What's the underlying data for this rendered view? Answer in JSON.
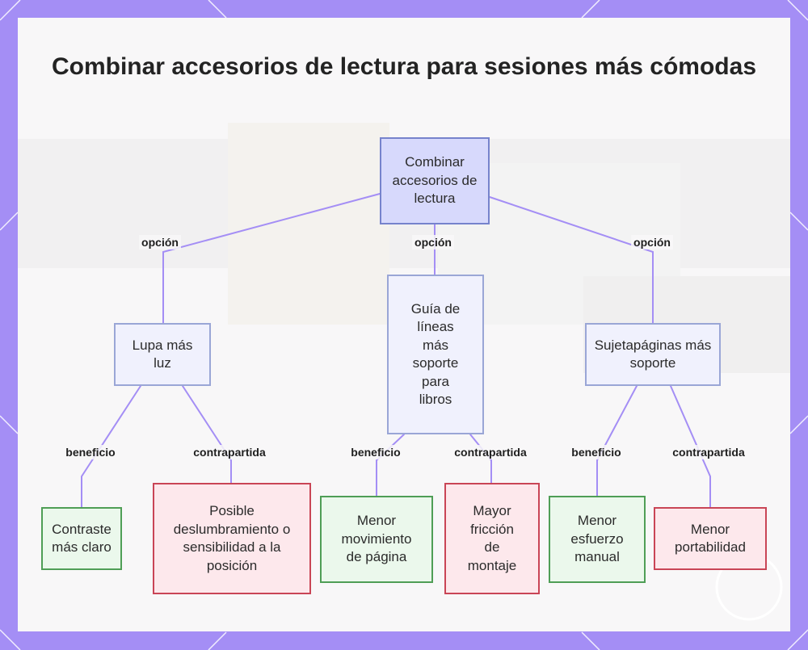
{
  "title": "Combinar accesorios de lectura para sesiones más cómodas",
  "colors": {
    "frame": "#a48ef5",
    "panel": "#f8f7f8",
    "edge": "#a48ef5",
    "root_fill": "#d7d9fc",
    "root_border": "#7683cc",
    "option_fill": "#f0f1fd",
    "option_border": "#9aa6d6",
    "benefit_fill": "#ebf8ec",
    "benefit_border": "#4f9e56",
    "tradeoff_fill": "#fde8ec",
    "tradeoff_border": "#c94556"
  },
  "nodes": {
    "root": "Combinar accesorios de lectura",
    "lupa": "Lupa más luz",
    "guia": "Guía de líneas más soporte para libros",
    "sujeta": "Sujetapáginas más soporte",
    "lupa_beneficio": "Contraste más claro",
    "lupa_contrapartida": "Posible deslumbramiento o sensibilidad a la posición",
    "guia_beneficio": "Menor movimiento de página",
    "guia_contrapartida": "Mayor fricción de montaje",
    "sujeta_beneficio": "Menor esfuerzo manual",
    "sujeta_contrapartida": "Menor portabilidad"
  },
  "edge_labels": {
    "opcion_lupa": "opción",
    "opcion_guia": "opción",
    "opcion_sujeta": "opción",
    "beneficio_lupa": "beneficio",
    "contrapartida_lupa": "contrapartida",
    "beneficio_guia": "beneficio",
    "contrapartida_guia": "contrapartida",
    "beneficio_sujeta": "beneficio",
    "contrapartida_sujeta": "contrapartida"
  }
}
